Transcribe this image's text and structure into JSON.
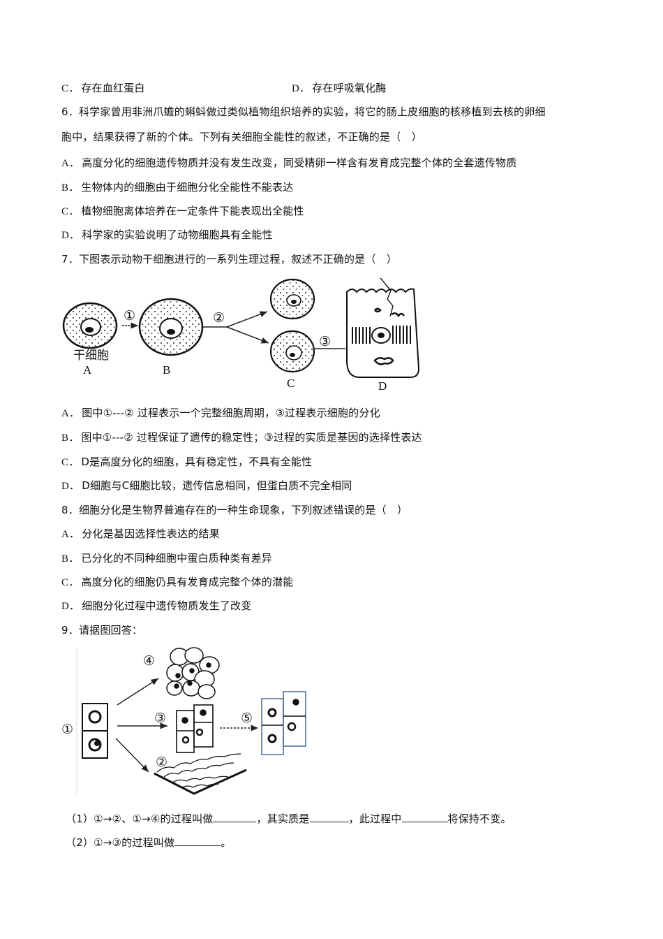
{
  "q5_options_tail": {
    "C": {
      "label": "C．",
      "text": "存在血红蛋白"
    },
    "D": {
      "label": "D．",
      "text": "存在呼吸氧化酶"
    }
  },
  "q6": {
    "stem_line1": "6．科学家曾用非洲爪蟾的蝌蚪做过类似植物组织培养的实验，将它的肠上皮细胞的核移植到去核的卵细",
    "stem_line2": "胞中，结果获得了新的个体。下列有关细胞全能性的叙述，不正确的是（　）",
    "options": [
      {
        "label": "A．",
        "text": "高度分化的细胞遗传物质并没有发生改变，同受精卵一样含有发育成完整个体的全套遗传物质"
      },
      {
        "label": "B．",
        "text": "生物体内的细胞由于细胞分化全能性不能表达"
      },
      {
        "label": "C．",
        "text": "植物细胞离体培养在一定条件下能表现出全能性"
      },
      {
        "label": "D．",
        "text": "科学家的实验说明了动物细胞具有全能性"
      }
    ]
  },
  "q7": {
    "stem": "7．下图表示动物干细胞进行的一系列生理过程，叙述不正确的是（　）",
    "figure": {
      "labels": {
        "A": "A",
        "B": "B",
        "C": "C",
        "D": "D",
        "stem_cell": "干细胞"
      },
      "steps": {
        "s1": "①",
        "s2": "②",
        "s3": "③"
      }
    },
    "options": [
      {
        "label": "A．",
        "text": "图中①---② 过程表示一个完整细胞周期，③过程表示细胞的分化"
      },
      {
        "label": "B．",
        "text": "图中①---② 过程保证了遗传的稳定性；③过程的实质是基因的选择性表达"
      },
      {
        "label": "C．",
        "text": "D是高度分化的细胞，具有稳定性，不具有全能性"
      },
      {
        "label": "D．",
        "text": "D细胞与C细胞比较，遗传信息相同，但蛋白质不完全相同"
      }
    ]
  },
  "q8": {
    "stem": "8．细胞分化是生物界普遍存在的一种生命现象，下列叙述错误的是（　）",
    "options": [
      {
        "label": "A．",
        "text": "分化是基因选择性表达的结果"
      },
      {
        "label": "B．",
        "text": "已分化的不同种细胞中蛋白质种类有差异"
      },
      {
        "label": "C．",
        "text": "高度分化的细胞仍具有发育成完整个体的潜能"
      },
      {
        "label": "D．",
        "text": "细胞分化过程中遗传物质发生了改变"
      }
    ]
  },
  "q9": {
    "stem": "9．请据图回答：",
    "figure": {
      "n1": "①",
      "n2": "②",
      "n3": "③",
      "n4": "④",
      "n5": "⑤"
    },
    "sub1": {
      "prefix": "（1）①→②、①→④的过程叫做",
      "mid1": "，其实质是",
      "mid2": "，此过程中",
      "suffix": "将保持不变。"
    },
    "sub2": {
      "prefix": "（2）①→③的过程叫做",
      "suffix": "。"
    }
  }
}
